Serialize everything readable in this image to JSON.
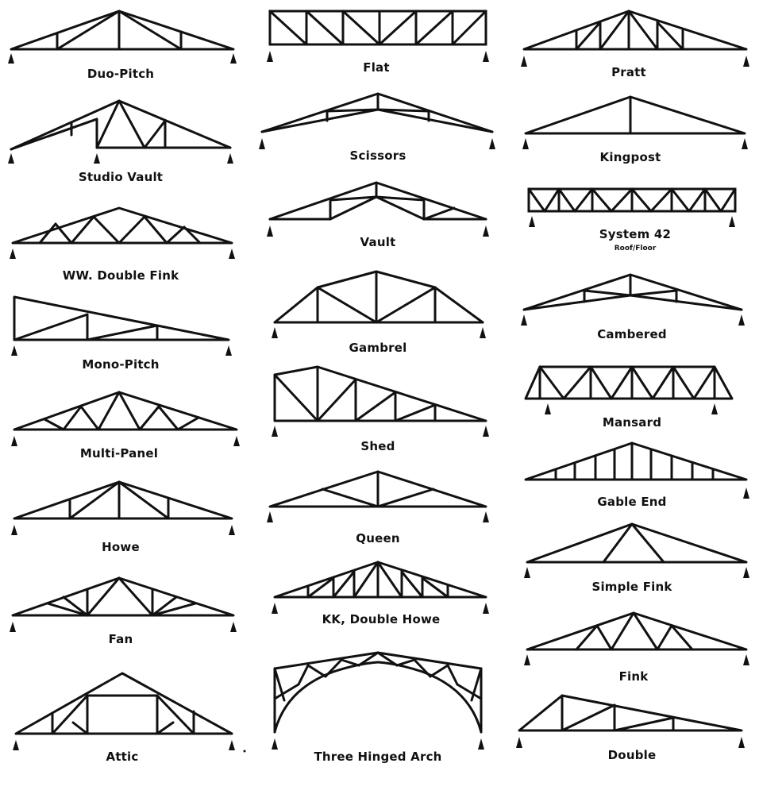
{
  "trusses": [
    {
      "id": "duo-pitch",
      "label": "Duo-Pitch"
    },
    {
      "id": "flat",
      "label": "Flat"
    },
    {
      "id": "pratt",
      "label": "Pratt"
    },
    {
      "id": "studio-vault",
      "label": "Studio Vault"
    },
    {
      "id": "scissors",
      "label": "Scissors"
    },
    {
      "id": "kingpost",
      "label": "Kingpost"
    },
    {
      "id": "ww-double-fink",
      "label": "WW. Double Fink"
    },
    {
      "id": "vault",
      "label": "Vault"
    },
    {
      "id": "system-42",
      "label": "System 42",
      "sublabel": "Roof/Floor"
    },
    {
      "id": "mono-pitch",
      "label": "Mono-Pitch"
    },
    {
      "id": "gambrel",
      "label": "Gambrel"
    },
    {
      "id": "cambered",
      "label": "Cambered"
    },
    {
      "id": "multi-panel",
      "label": "Multi-Panel"
    },
    {
      "id": "shed",
      "label": "Shed"
    },
    {
      "id": "mansard",
      "label": "Mansard"
    },
    {
      "id": "howe",
      "label": "Howe"
    },
    {
      "id": "queen",
      "label": "Queen"
    },
    {
      "id": "gable-end",
      "label": "Gable End"
    },
    {
      "id": "fan",
      "label": "Fan"
    },
    {
      "id": "kk-double-howe",
      "label": "KK, Double Howe"
    },
    {
      "id": "simple-fink",
      "label": "Simple Fink"
    },
    {
      "id": "attic",
      "label": "Attic"
    },
    {
      "id": "three-hinged-arch",
      "label": "Three Hinged Arch"
    },
    {
      "id": "fink",
      "label": "Fink"
    },
    {
      "id": "double",
      "label": "Double"
    }
  ]
}
